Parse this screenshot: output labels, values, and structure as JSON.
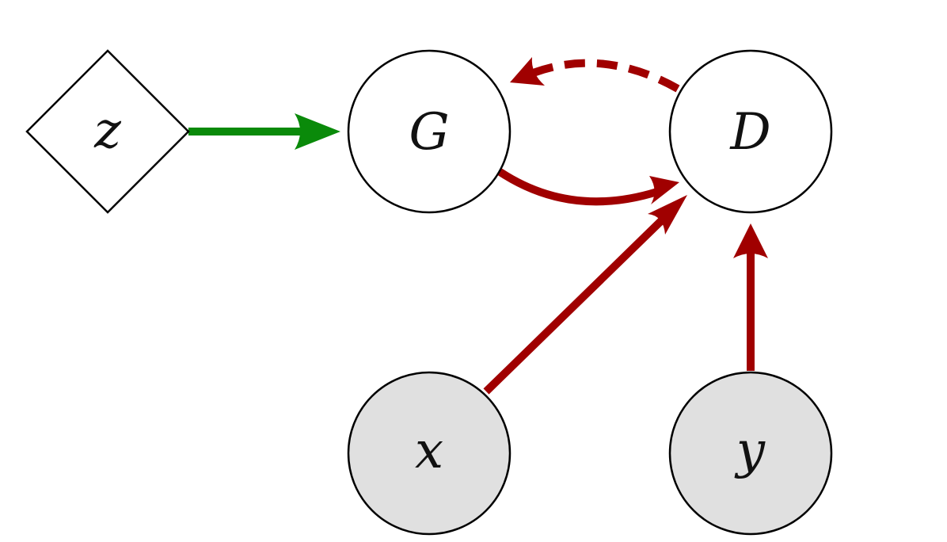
{
  "diagram": {
    "nodes": {
      "z": {
        "label": "z",
        "shape": "diamond",
        "fill": "#ffffff"
      },
      "G": {
        "label": "G",
        "shape": "circle",
        "fill": "#ffffff"
      },
      "D": {
        "label": "D",
        "shape": "circle",
        "fill": "#ffffff"
      },
      "x": {
        "label": "x",
        "shape": "circle",
        "fill": "#e0e0e0"
      },
      "y": {
        "label": "y",
        "shape": "circle",
        "fill": "#e0e0e0"
      }
    },
    "edges": [
      {
        "from": "z",
        "to": "G",
        "color": "#0a8a0a",
        "style": "solid"
      },
      {
        "from": "D",
        "to": "G",
        "color": "#a00000",
        "style": "dashed"
      },
      {
        "from": "G",
        "to": "D",
        "color": "#a00000",
        "style": "solid"
      },
      {
        "from": "x",
        "to": "D",
        "color": "#a00000",
        "style": "solid"
      },
      {
        "from": "y",
        "to": "D",
        "color": "#a00000",
        "style": "solid"
      }
    ],
    "colors": {
      "node_stroke": "#000000",
      "observed_fill": "#e0e0e0",
      "green_edge": "#0a8a0a",
      "red_edge": "#a00000"
    }
  }
}
